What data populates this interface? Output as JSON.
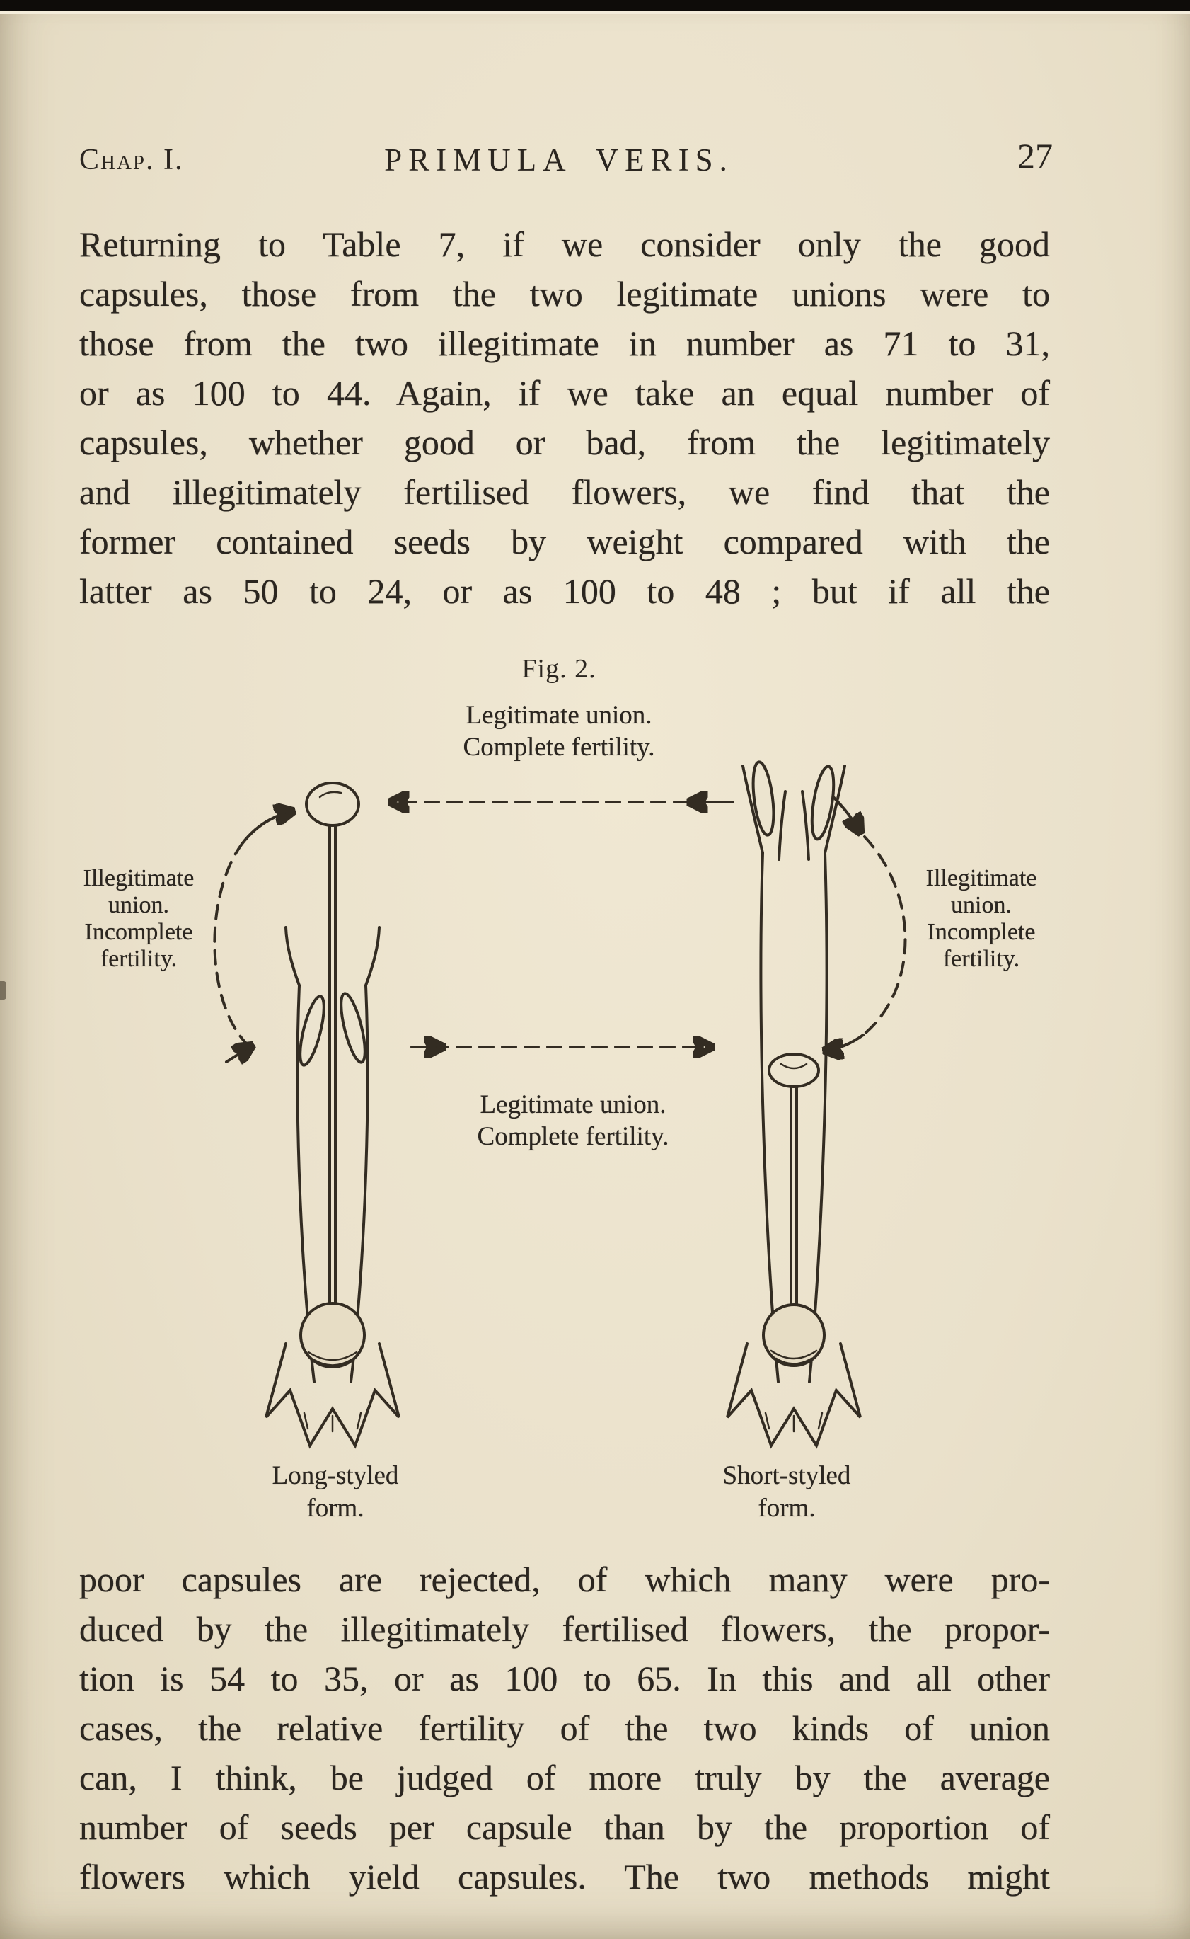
{
  "header": {
    "chapter": "Chap. I.",
    "title": "PRIMULA VERIS.",
    "page_number": "27"
  },
  "paragraph1": {
    "lines": [
      "Returning to Table 7, if we consider only the good",
      "capsules, those from the two legitimate unions were to",
      "those from the two illegitimate in number as 71 to 31,",
      "or as 100 to 44. Again, if we take an equal number of",
      "capsules, whether good or bad, from the legitimately",
      "and illegitimately fertilised flowers, we find that the",
      "former contained seeds by weight compared with the",
      "latter as 50 to 24, or as 100 to 48 ; but if all the"
    ]
  },
  "figure": {
    "caption": "Fig. 2.",
    "top_label": {
      "line1": "Legitimate union.",
      "line2": "Complete fertility."
    },
    "left_label": {
      "line1": "Illegitimate",
      "line2": "union.",
      "line3": "Incomplete",
      "line4": "fertility."
    },
    "right_label": {
      "line1": "Illegitimate",
      "line2": "union.",
      "line3": "Incomplete",
      "line4": "fertility."
    },
    "middle_label": {
      "line1": "Legitimate union.",
      "line2": "Complete fertility."
    },
    "bottom_left_label": {
      "line1": "Long-styled",
      "line2": "form."
    },
    "bottom_right_label": {
      "line1": "Short-styled",
      "line2": "form."
    }
  },
  "paragraph2": {
    "lines": [
      "poor capsules are rejected, of which many were pro-",
      "duced by the illegitimately fertilised flowers, the propor-",
      "tion is 54 to 35, or as 100 to 65. In this and all other",
      "cases, the relative fertility of the two kinds of union",
      "can, I think, be judged of more truly by the average",
      "number of seeds per capsule than by the proportion of",
      "flowers which yield capsules. The two methods might"
    ]
  },
  "colors": {
    "paper": "#eae1cb",
    "ink": "#2b2620",
    "figure_stroke": "#332c22"
  }
}
